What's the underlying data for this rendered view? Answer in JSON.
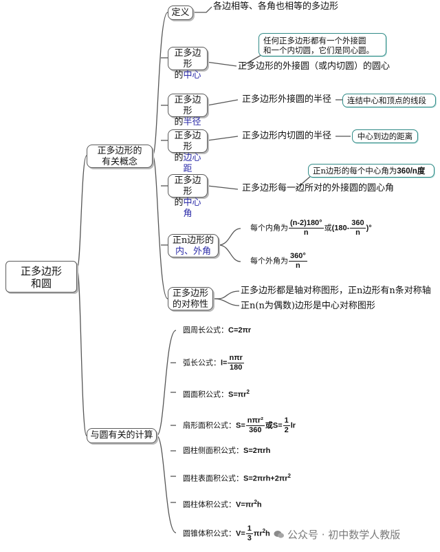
{
  "root": {
    "line1": "正多边形",
    "line2": "和圆"
  },
  "branch_concepts": {
    "line1": "正多边形的",
    "line2": "有关概念"
  },
  "branch_calc": {
    "label": "与圆有关的计算"
  },
  "definition": {
    "label": "定义",
    "text": "各边相等、各角也相等的多边形"
  },
  "center": {
    "line1": "正多边形",
    "line2a": "的",
    "line2b": "中心",
    "text": "正多边形的外接圆（或内切圆）的圆心",
    "note1": "任何正多边形都有一个外接圆",
    "note2": "和一个内切圆，它们是同心圆。"
  },
  "radius": {
    "line1": "正多边形",
    "line2a": "的",
    "line2b": "半径",
    "text": "正多边形外接圆的半径",
    "note": "连结中心和顶点的线段"
  },
  "apothem": {
    "line1": "正多边形",
    "line2a": "的",
    "line2b": "边心距",
    "text": "正多边形内切圆的半径",
    "note": "中心到边的距离"
  },
  "central_angle": {
    "line1": "正多边形",
    "line2a": "的",
    "line2b": "中心角",
    "text": "正多边形每一边所对的外接圆的圆心角",
    "note_pre": "正n边形的每个中心角为",
    "note_val": "360/n度"
  },
  "angles": {
    "line1": "正n边形的",
    "line2": "内、外角",
    "interior_pre": "每个内角为",
    "interior_num": "(n-2)180°",
    "interior_den": "n",
    "or": "或",
    "alt_pre": "(180-",
    "alt_num": "360",
    "alt_den": "n",
    "alt_post": ")°",
    "exterior_pre": "每个外角为",
    "exterior_num": "360°",
    "exterior_den": "n"
  },
  "symmetry": {
    "line1": "正多边形",
    "line2": "的对称性",
    "text1": "正多边形都是轴对称图形，正n边形有n条对称轴",
    "text2": "正n(n为偶数)边形是中心对称图形"
  },
  "formulas": {
    "circumference": {
      "label": "圆周长公式：",
      "expr": "C=2πr"
    },
    "arc": {
      "label": "弧长公式：",
      "pre": "l=",
      "num": "nπr",
      "den": "180"
    },
    "area": {
      "label": "圆面积公式：",
      "expr": "S=πr",
      "sup": "2"
    },
    "sector": {
      "label": "扇形面积公式：",
      "pre": "S=",
      "num": "nπr²",
      "den": "360",
      "or": "或S=",
      "num2": "1",
      "den2": "2",
      "post": "lr"
    },
    "cyl_lateral": {
      "label": "圆柱侧面积公式：",
      "expr": "S=2πrh"
    },
    "cyl_surface": {
      "label": "圆柱表面积公式：",
      "expr": "S=2πrh+2πr",
      "sup": "2"
    },
    "cyl_volume": {
      "label": "圆柱体积公式：",
      "expr": "V=πr",
      "sup": "2",
      "post": "h"
    },
    "cone_volume": {
      "label": "圆锥体积公式：",
      "pre": "V=",
      "num": "1",
      "den": "3",
      "expr": "πr",
      "sup": "2",
      "post": "h"
    }
  },
  "watermark": "公众号 · 初中数学人教版",
  "colors": {
    "connector": "#555555",
    "accent_blue": "#2b2ba8",
    "note_border": "#2f8a86"
  }
}
